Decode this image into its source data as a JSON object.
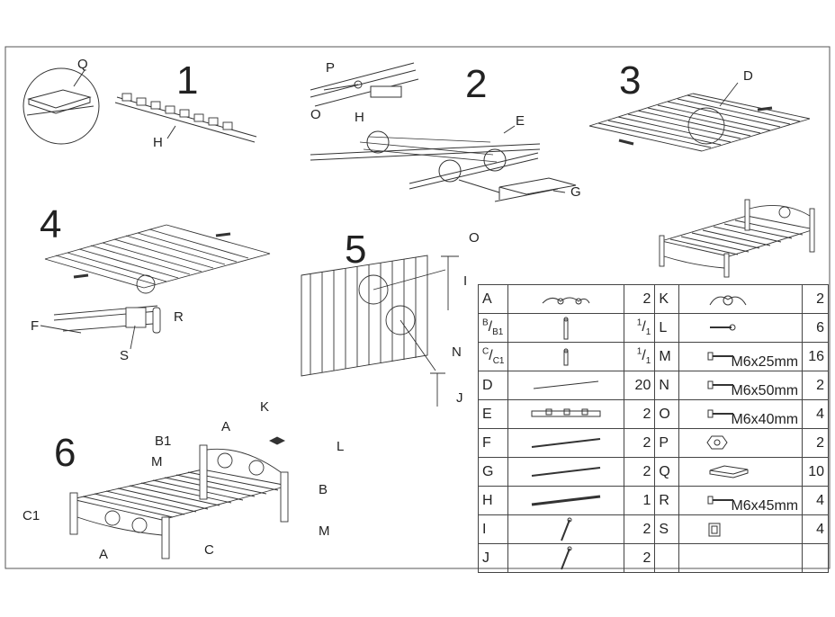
{
  "steps": [
    "1",
    "2",
    "3",
    "4",
    "5",
    "6"
  ],
  "callouts": {
    "s1": [
      "Q",
      "H"
    ],
    "s2": [
      "P",
      "O",
      "H",
      "E",
      "G"
    ],
    "s3": [
      "D"
    ],
    "s4": [
      "F",
      "S",
      "R"
    ],
    "s5": [
      "O",
      "I",
      "N",
      "J"
    ],
    "s6": [
      "K",
      "L",
      "A",
      "B1",
      "M",
      "B",
      "C1",
      "A",
      "C",
      "M"
    ]
  },
  "parts_left": [
    {
      "code": "A",
      "qty": "2",
      "icon": "headboard-icon"
    },
    {
      "code": "B/B1",
      "qty": "1/1",
      "icon": "post-icon"
    },
    {
      "code": "C/C1",
      "qty": "1/1",
      "icon": "short-post-icon"
    },
    {
      "code": "D",
      "qty": "20",
      "icon": "slat-icon"
    },
    {
      "code": "E",
      "qty": "2",
      "icon": "side-rail-icon"
    },
    {
      "code": "F",
      "qty": "2",
      "icon": "rail-icon"
    },
    {
      "code": "G",
      "qty": "2",
      "icon": "rail-icon"
    },
    {
      "code": "H",
      "qty": "1",
      "icon": "center-beam-icon"
    },
    {
      "code": "I",
      "qty": "2",
      "icon": "leg-icon"
    },
    {
      "code": "J",
      "qty": "2",
      "icon": "leg-icon"
    }
  ],
  "parts_right": [
    {
      "code": "K",
      "qty": "2",
      "spec": "",
      "icon": "ornament-icon"
    },
    {
      "code": "L",
      "qty": "6",
      "spec": "",
      "icon": "screw-icon"
    },
    {
      "code": "M",
      "qty": "16",
      "spec": "M6x25mm",
      "icon": "bolt-icon"
    },
    {
      "code": "N",
      "qty": "2",
      "spec": "M6x50mm",
      "icon": "bolt-icon"
    },
    {
      "code": "O",
      "qty": "4",
      "spec": "M6x40mm",
      "icon": "bolt-icon"
    },
    {
      "code": "P",
      "qty": "2",
      "spec": "",
      "icon": "nut-icon"
    },
    {
      "code": "Q",
      "qty": "10",
      "spec": "",
      "icon": "pad-icon"
    },
    {
      "code": "R",
      "qty": "4",
      "spec": "M6x45mm",
      "icon": "bolt-icon"
    },
    {
      "code": "S",
      "qty": "4",
      "spec": "",
      "icon": "bracket-icon"
    }
  ]
}
